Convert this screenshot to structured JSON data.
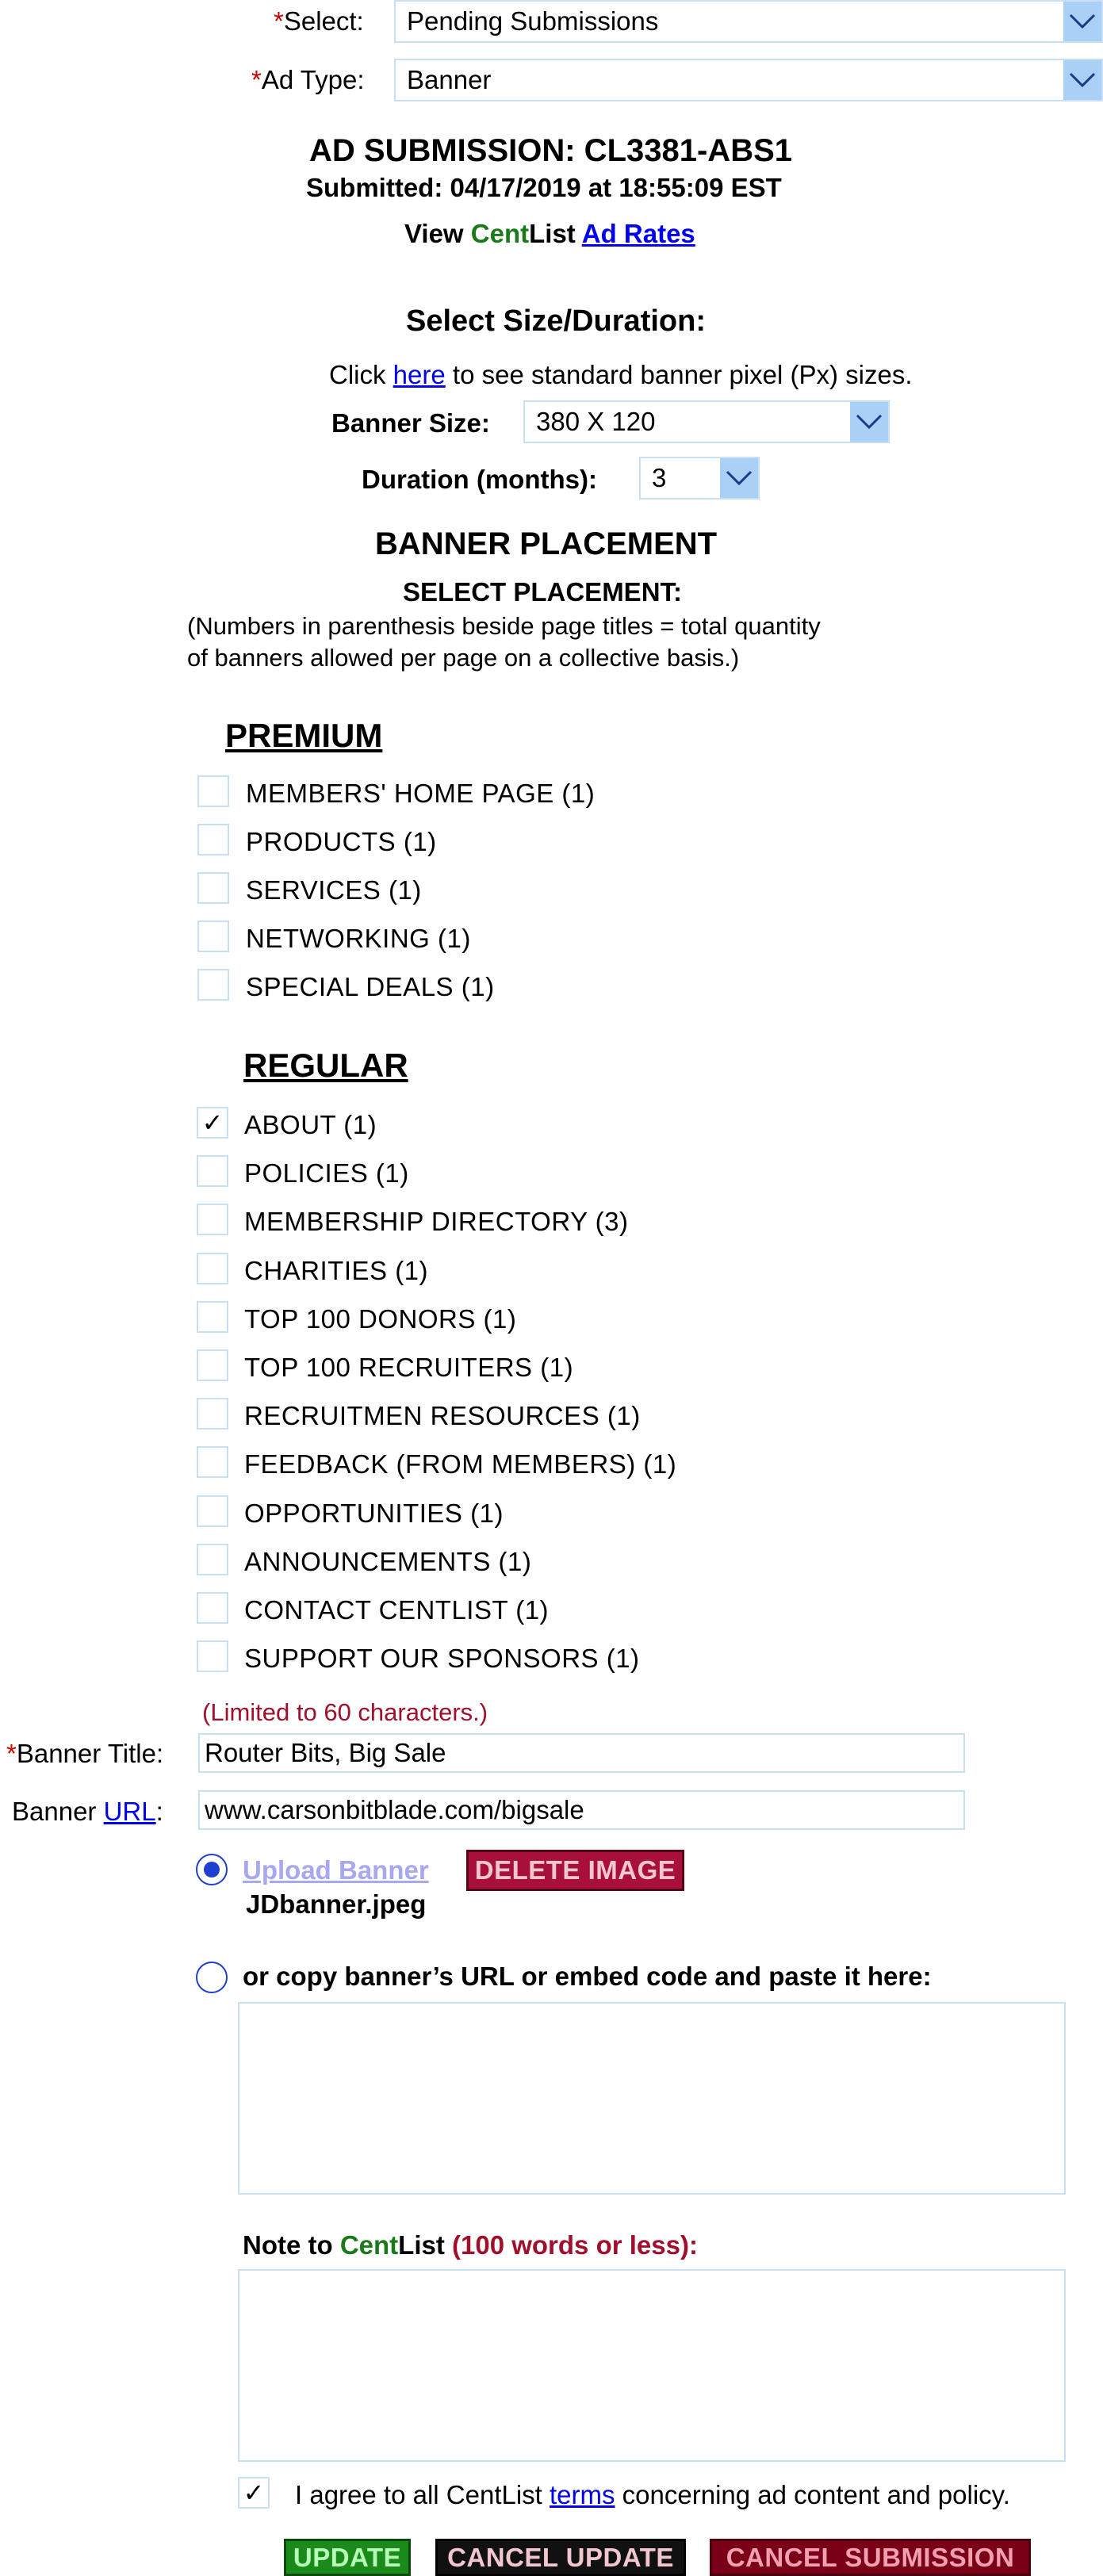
{
  "header": {
    "select_label": "Select:",
    "select_value": "Pending Submissions",
    "adtype_label": "Ad Type:",
    "adtype_value": "Banner",
    "required_mark": "*"
  },
  "submission": {
    "title": "AD SUBMISSION: CL3381-ABS1",
    "submitted": "Submitted: 04/17/2019 at 18:55:09 EST",
    "view_prefix": "View ",
    "brand_cent": "Cent",
    "brand_list": "List",
    "ad_rates_link": "Ad Rates"
  },
  "size_duration": {
    "heading": "Select Size/Duration:",
    "click_prefix": "Click ",
    "here_link": "here",
    "click_suffix": " to see standard banner pixel (Px) sizes.",
    "banner_size_label": "Banner Size:",
    "banner_size_value": "380 X 120",
    "duration_label": "Duration (months):",
    "duration_value": "3"
  },
  "placement": {
    "heading": "BANNER PLACEMENT",
    "subheading": "SELECT PLACEMENT:",
    "note_line1": "(Numbers in parenthesis beside page titles = total quantity",
    "note_line2": "of banners allowed per page on a collective basis.)",
    "premium_heading": "PREMIUM",
    "premium": [
      {
        "label": "MEMBERS' HOME PAGE (1)",
        "checked": false
      },
      {
        "label": "PRODUCTS (1)",
        "checked": false
      },
      {
        "label": "SERVICES (1)",
        "checked": false
      },
      {
        "label": "NETWORKING (1)",
        "checked": false
      },
      {
        "label": "SPECIAL DEALS (1)",
        "checked": false
      }
    ],
    "regular_heading": "REGULAR",
    "regular": [
      {
        "label": "ABOUT (1)",
        "checked": true
      },
      {
        "label": "POLICIES (1)",
        "checked": false
      },
      {
        "label": "MEMBERSHIP DIRECTORY (3)",
        "checked": false
      },
      {
        "label": "CHARITIES (1)",
        "checked": false
      },
      {
        "label": "TOP 100 DONORS (1)",
        "checked": false
      },
      {
        "label": "TOP 100 RECRUITERS (1)",
        "checked": false
      },
      {
        "label": "RECRUITMEN RESOURCES (1)",
        "checked": false
      },
      {
        "label": "FEEDBACK (FROM MEMBERS) (1)",
        "checked": false
      },
      {
        "label": "OPPORTUNITIES (1)",
        "checked": false
      },
      {
        "label": "ANNOUNCEMENTS (1)",
        "checked": false
      },
      {
        "label": "CONTACT CENTLIST (1)",
        "checked": false
      },
      {
        "label": "SUPPORT OUR SPONSORS (1)",
        "checked": false
      }
    ],
    "check_glyph": "✓"
  },
  "banner": {
    "limit_note": "(Limited to 60 characters.)",
    "title_label": "Banner Title:",
    "title_value": "Router Bits, Big Sale",
    "url_label_prefix": "Banner ",
    "url_link": "URL",
    "url_label_suffix": ":",
    "url_value": "www.carsonbitblade.com/bigsale",
    "upload_link": "Upload Banner",
    "delete_button": "DELETE IMAGE",
    "file_name": "JDbanner.jpeg",
    "embed_label": "or copy banner’s URL or embed code and paste it here:",
    "embed_value": ""
  },
  "note": {
    "prefix": "Note to ",
    "cent": "Cent",
    "list": "List",
    "limit": " (100 words or less):",
    "value": ""
  },
  "agree": {
    "checked": true,
    "prefix": "I agree to all CentList ",
    "terms_link": "terms",
    "suffix": " concerning ad content and policy."
  },
  "buttons": {
    "update": "UPDATE",
    "cancel_update": "CANCEL UPDATE",
    "cancel_submission": "CANCEL SUBMISSION"
  },
  "colors": {
    "brand_green": "#1a7a1a",
    "required_red": "#cc0000",
    "accent_blue": "#a9d0f5",
    "update_bg": "#1a8a1a",
    "cancel_update_bg": "#111111",
    "cancel_submission_bg": "#7a0018"
  }
}
